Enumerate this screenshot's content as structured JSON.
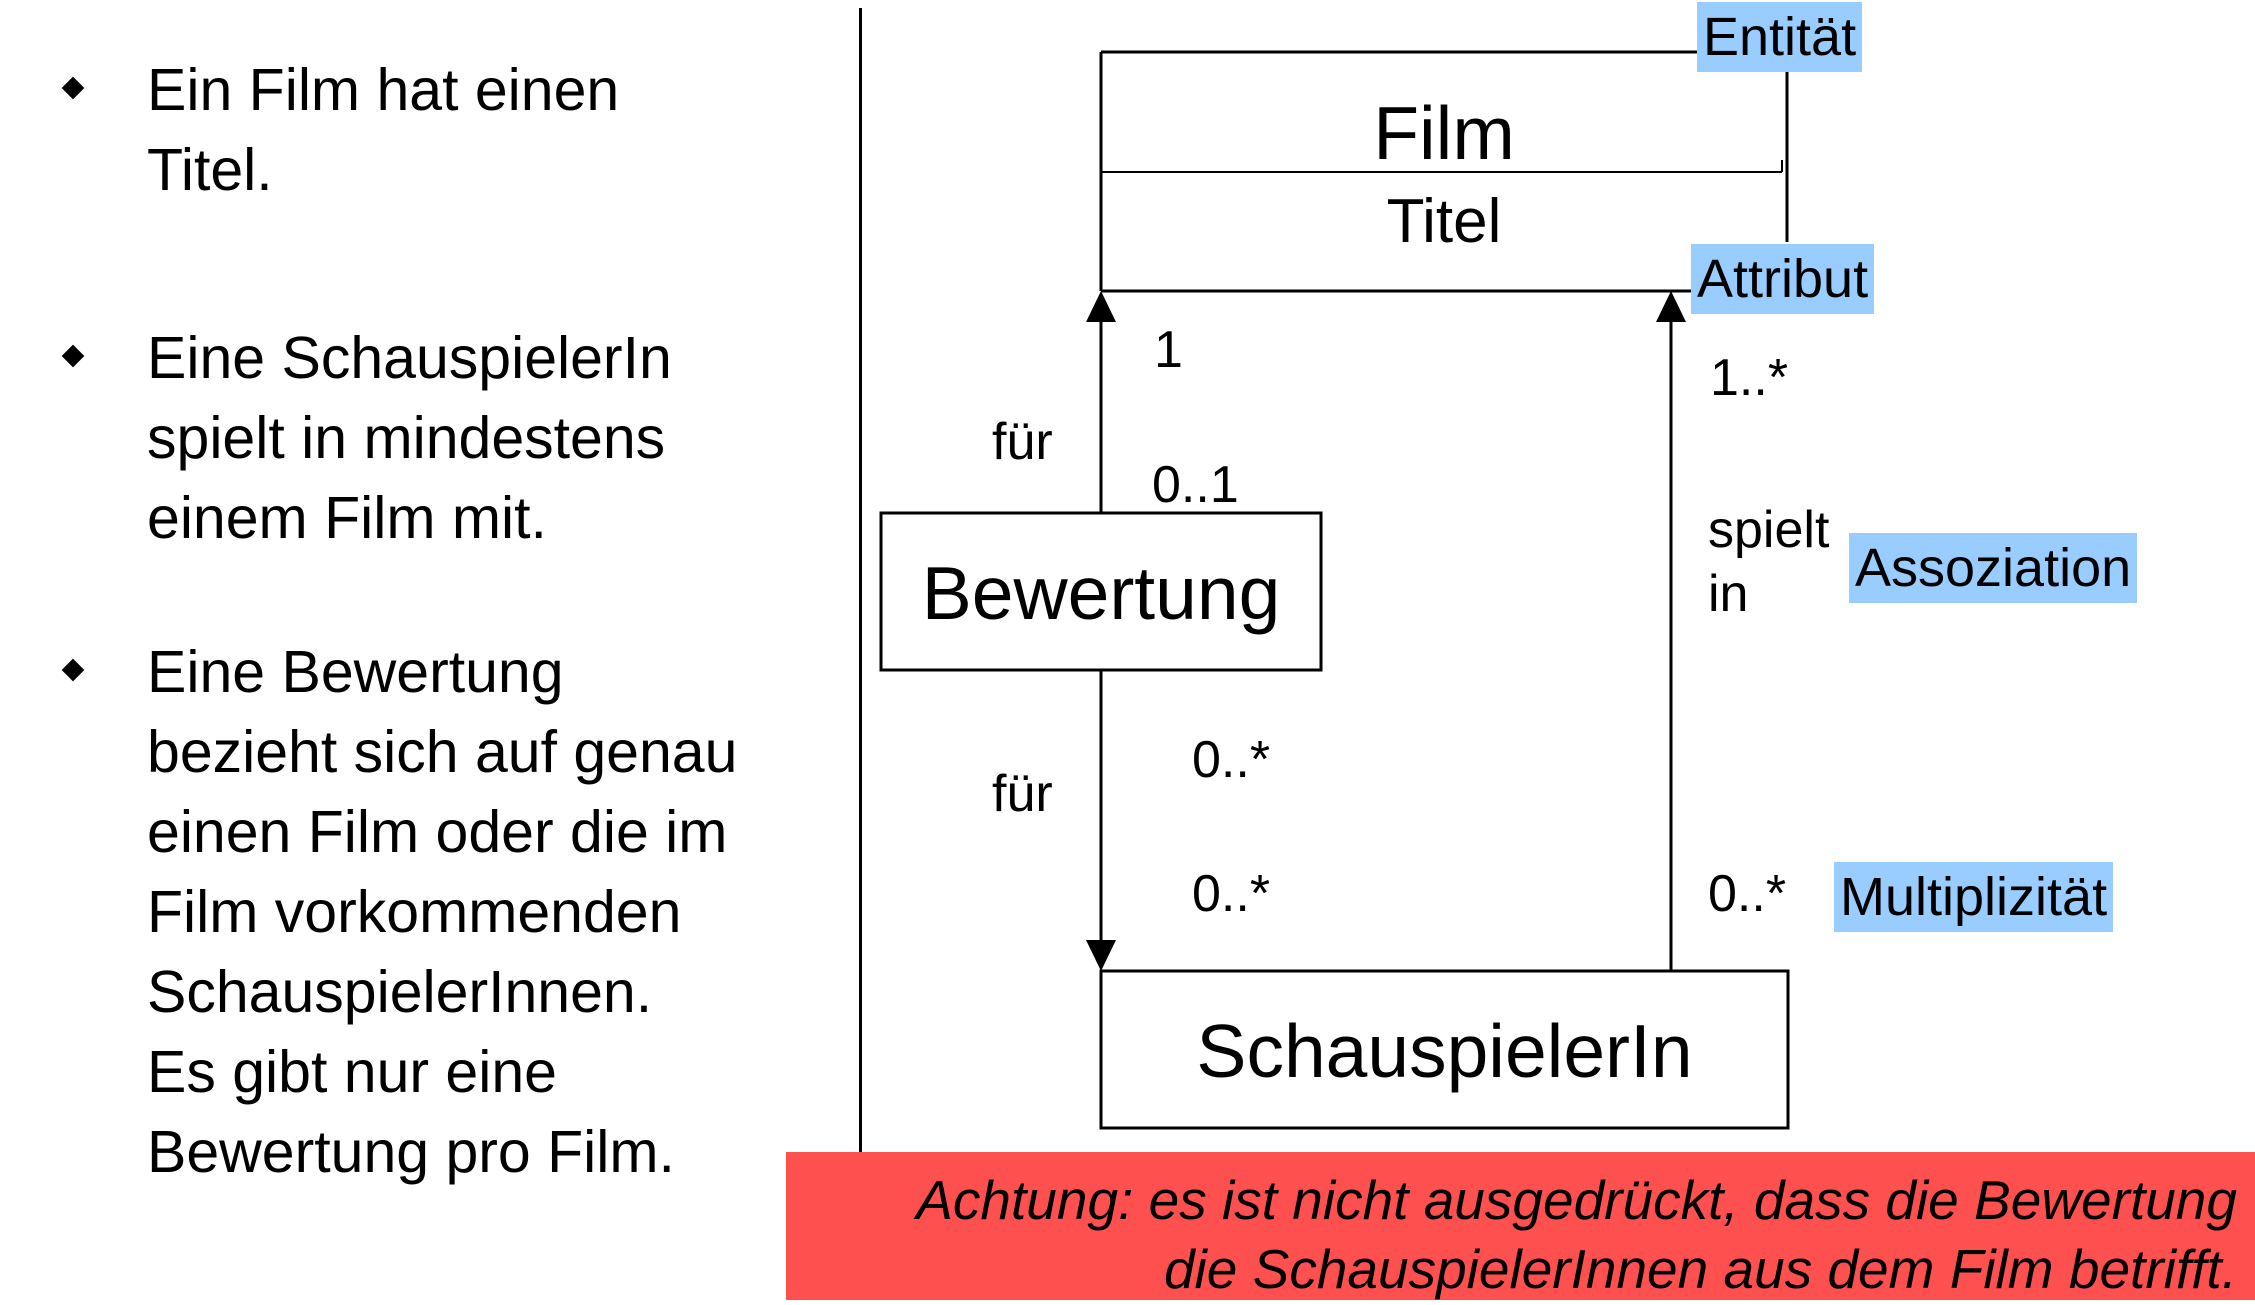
{
  "bullets": [
    "Ein Film hat einen\nTitel.",
    "Eine SchauspielerIn\nspielt in mindestens\neinem Film mit.",
    "Eine Bewertung\nbezieht sich auf genau\neinen Film oder die im\nFilm vorkommenden\nSchauspielerInnen.\nEs gibt nur eine\nBewertung pro Film."
  ],
  "entities": {
    "film": {
      "name": "Film",
      "attribute": "Titel"
    },
    "bewertung": {
      "name": "Bewertung"
    },
    "schauspielerin": {
      "name": "SchauspielerIn"
    }
  },
  "associations": {
    "bewertung_film": {
      "label": "für",
      "mult_film": "1",
      "mult_bewertung": "0..1"
    },
    "bewertung_schauspielerin": {
      "label": "für",
      "mult_bewertung": "0..*",
      "mult_schauspielerin": "0..*"
    },
    "schauspielerin_film": {
      "label_line1": "spielt",
      "label_line2": "in",
      "mult_film": "1..*",
      "mult_schauspielerin": "0..*"
    }
  },
  "tags": {
    "entitaet": "Entität",
    "attribut": "Attribut",
    "assoziation": "Assoziation",
    "multiplizitaet": "Multiplizität"
  },
  "colors": {
    "tag_bg": "#99ccff",
    "warning_bg": "#ff5050"
  },
  "warning": {
    "line1": "Achtung: es ist nicht ausgedrückt, dass die Bewertung",
    "line2": "die SchauspielerInnen aus dem Film betrifft."
  }
}
